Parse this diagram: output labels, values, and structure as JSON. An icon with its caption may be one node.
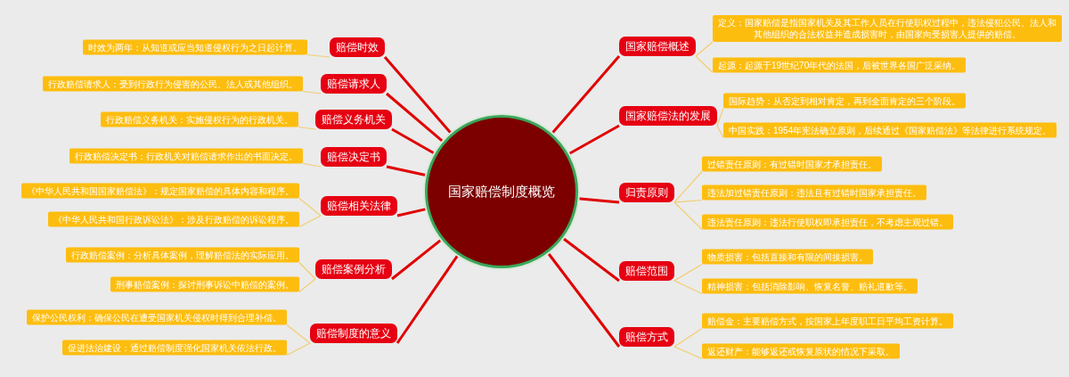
{
  "diagram": {
    "nodes": [
      {
        "text": [
          "国家赔偿制度概览"
        ]
      },
      {
        "text": [
          "国家赔偿概述"
        ]
      },
      {
        "text": [
          "定义：国家赔偿是指国家机关及其工作人员在行使职权过程中，违法侵犯公民、法人和其他组织的合法权益并造成损害时，由国家向受损害人提供的赔偿。"
        ]
      },
      {
        "text": [
          "起源：起源于19世纪70年代的法国，后被世界各国广泛采纳。"
        ]
      },
      {
        "text": [
          "国家赔偿法的发展"
        ]
      },
      {
        "text": [
          "国际趋势：从否定到相对肯定，再到全面肯定的三个阶段。"
        ]
      },
      {
        "text": [
          "中国实践：1954年宪法确立原则，后续通过《国家赔偿法》等法律进行系统规定。"
        ]
      },
      {
        "text": [
          "归责原则"
        ]
      },
      {
        "text": [
          "过错责任原则：有过错时国家才承担责任。"
        ]
      },
      {
        "text": [
          "违法加过错责任原则：违法且有过错时国家承担责任。"
        ]
      },
      {
        "text": [
          "违法责任原则：违法行使职权即承担责任，不考虑主观过错。"
        ]
      },
      {
        "text": [
          "赔偿范围"
        ]
      },
      {
        "text": [
          "物质损害：包括直接和有限的间接损害。"
        ]
      },
      {
        "text": [
          "精神损害：包括消除影响、恢复名誉、赔礼道歉等。"
        ]
      },
      {
        "text": [
          "赔偿方式"
        ]
      },
      {
        "text": [
          "赔偿金：主要赔偿方式，按国家上年度职工日平均工资计算。"
        ]
      },
      {
        "text": [
          "返还财产：能够返还或恢复原状的情况下采取。"
        ]
      },
      {
        "text": [
          "赔偿时效"
        ]
      },
      {
        "text": [
          "时效为两年：从知道或应当知道侵权行为之日起计算。"
        ]
      },
      {
        "text": [
          "赔偿请求人"
        ]
      },
      {
        "text": [
          "行政赔偿请求人：受到行政行为侵害的公民、法人或其他组织。"
        ]
      },
      {
        "text": [
          "赔偿义务机关"
        ]
      },
      {
        "text": [
          "行政赔偿义务机关：实施侵权行为的行政机关。"
        ]
      },
      {
        "text": [
          "赔偿决定书"
        ]
      },
      {
        "text": [
          "行政赔偿决定书：行政机关对赔偿请求作出的书面决定。"
        ]
      },
      {
        "text": [
          "赔偿相关法律"
        ]
      },
      {
        "text": [
          "《中华人民共和国国家赔偿法》：规定国家赔偿的具体内容和程序。"
        ]
      },
      {
        "text": [
          "《中华人民共和国行政诉讼法》：涉及行政赔偿的诉讼程序。"
        ]
      },
      {
        "text": [
          "赔偿案例分析"
        ]
      },
      {
        "text": [
          "行政赔偿案例：分析具体案例，理解赔偿法的实际应用。"
        ]
      },
      {
        "text": [
          "刑事赔偿案例：探讨刑事诉讼中赔偿的案例。"
        ]
      },
      {
        "text": [
          "赔偿制度的意义"
        ]
      },
      {
        "text": [
          "保护公民权利：确保公民在遭受国家机关侵权时得到合理补偿。"
        ]
      },
      {
        "text": [
          "促进法治建设：通过赔偿制度强化国家机关依法行政。"
        ]
      }
    ],
    "edges": [
      {
        "from": 0,
        "to": 1,
        "arrow": "none",
        "style": "thick",
        "color": "#e00000"
      },
      {
        "from": 1,
        "to": 2,
        "arrow": "none"
      },
      {
        "from": 1,
        "to": 3,
        "arrow": "none"
      },
      {
        "from": 0,
        "to": 4,
        "arrow": "none",
        "style": "thick",
        "color": "#e00000"
      },
      {
        "from": 4,
        "to": 5,
        "arrow": "none"
      },
      {
        "from": 4,
        "to": 6,
        "arrow": "none"
      },
      {
        "from": 0,
        "to": 7,
        "arrow": "none",
        "style": "thick",
        "color": "#e00000"
      },
      {
        "from": 7,
        "to": 8,
        "arrow": "none"
      },
      {
        "from": 7,
        "to": 9,
        "arrow": "none"
      },
      {
        "from": 7,
        "to": 10,
        "arrow": "none"
      },
      {
        "from": 0,
        "to": 11,
        "arrow": "none",
        "style": "thick",
        "color": "#e00000"
      },
      {
        "from": 11,
        "to": 12,
        "arrow": "none"
      },
      {
        "from": 11,
        "to": 13,
        "arrow": "none"
      },
      {
        "from": 0,
        "to": 14,
        "arrow": "none",
        "style": "thick",
        "color": "#e00000"
      },
      {
        "from": 14,
        "to": 15,
        "arrow": "none"
      },
      {
        "from": 14,
        "to": 16,
        "arrow": "none"
      },
      {
        "from": 0,
        "to": 17,
        "arrow": "none",
        "style": "thick",
        "color": "#e00000"
      },
      {
        "from": 17,
        "to": 18,
        "arrow": "none"
      },
      {
        "from": 0,
        "to": 19,
        "arrow": "none",
        "style": "thick",
        "color": "#e00000"
      },
      {
        "from": 19,
        "to": 20,
        "arrow": "none"
      },
      {
        "from": 0,
        "to": 21,
        "arrow": "none",
        "style": "thick",
        "color": "#e00000"
      },
      {
        "from": 21,
        "to": 22,
        "arrow": "none"
      },
      {
        "from": 0,
        "to": 23,
        "arrow": "none",
        "style": "thick",
        "color": "#e00000"
      },
      {
        "from": 23,
        "to": 24,
        "arrow": "none"
      },
      {
        "from": 0,
        "to": 25,
        "arrow": "none",
        "style": "thick",
        "color": "#e00000"
      },
      {
        "from": 25,
        "to": 26,
        "arrow": "none"
      },
      {
        "from": 25,
        "to": 27,
        "arrow": "none"
      },
      {
        "from": 0,
        "to": 28,
        "arrow": "none",
        "style": "thick",
        "color": "#e00000"
      },
      {
        "from": 28,
        "to": 29,
        "arrow": "none"
      },
      {
        "from": 28,
        "to": 30,
        "arrow": "none"
      },
      {
        "from": 0,
        "to": 31,
        "arrow": "none",
        "style": "thick",
        "color": "#e00000"
      },
      {
        "from": 31,
        "to": 32,
        "arrow": "none"
      },
      {
        "from": 31,
        "to": 33,
        "arrow": "none"
      }
    ]
  }
}
